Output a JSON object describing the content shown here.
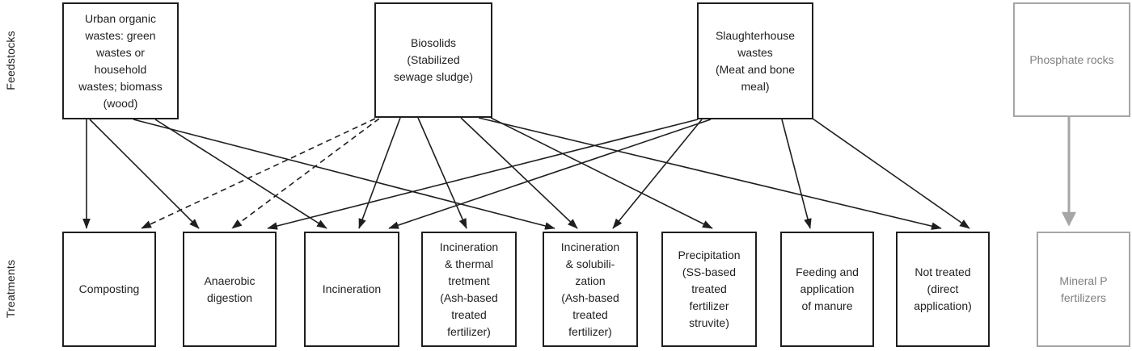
{
  "diagram": {
    "side_labels": {
      "feedstocks": "Feedstocks",
      "treatments": "Treatments"
    },
    "feedstocks": [
      {
        "id": "urban",
        "label": "Urban organic\nwastes: green\nwastes or\nhousehold\nwastes; biomass\n(wood)",
        "variant": "default"
      },
      {
        "id": "biosolids",
        "label": "Biosolids\n(Stabilized\nsewage sludge)",
        "variant": "default"
      },
      {
        "id": "slaughterhouse",
        "label": "Slaughterhouse\nwastes\n(Meat and bone\nmeal)",
        "variant": "default"
      },
      {
        "id": "phosphate",
        "label": "Phosphate rocks",
        "variant": "muted"
      }
    ],
    "treatments": [
      {
        "id": "composting",
        "label": "Composting",
        "variant": "default"
      },
      {
        "id": "anaerobic",
        "label": "Anaerobic\ndigestion",
        "variant": "default"
      },
      {
        "id": "incineration",
        "label": "Incineration",
        "variant": "default"
      },
      {
        "id": "inc-thermal",
        "label": "Incineration\n& thermal\ntretment\n(Ash-based\ntreated\nfertilizer)",
        "variant": "default"
      },
      {
        "id": "inc-solub",
        "label": "Incineration\n& solubili-\nzation\n(Ash-based\ntreated\nfertilizer)",
        "variant": "default"
      },
      {
        "id": "precipitation",
        "label": "Precipitation\n(SS-based\ntreated\nfertilizer\nstruvite)",
        "variant": "default"
      },
      {
        "id": "feeding",
        "label": "Feeding and\napplication\nof manure",
        "variant": "default"
      },
      {
        "id": "not-treated",
        "label": "Not treated\n(direct\napplication)",
        "variant": "default"
      },
      {
        "id": "mineral",
        "label": "Mineral P\nfertilizers",
        "variant": "muted"
      }
    ],
    "edges": [
      {
        "from": "urban",
        "to": "composting",
        "style": "solid"
      },
      {
        "from": "urban",
        "to": "anaerobic",
        "style": "solid"
      },
      {
        "from": "urban",
        "to": "incineration",
        "style": "solid"
      },
      {
        "from": "urban",
        "to": "inc-solub",
        "style": "solid"
      },
      {
        "from": "biosolids",
        "to": "composting",
        "style": "dashed"
      },
      {
        "from": "biosolids",
        "to": "anaerobic",
        "style": "dashed"
      },
      {
        "from": "biosolids",
        "to": "incineration",
        "style": "solid"
      },
      {
        "from": "biosolids",
        "to": "inc-thermal",
        "style": "solid"
      },
      {
        "from": "biosolids",
        "to": "inc-solub",
        "style": "solid"
      },
      {
        "from": "biosolids",
        "to": "precipitation",
        "style": "solid"
      },
      {
        "from": "biosolids",
        "to": "not-treated",
        "style": "solid"
      },
      {
        "from": "slaughterhouse",
        "to": "anaerobic",
        "style": "solid"
      },
      {
        "from": "slaughterhouse",
        "to": "incineration",
        "style": "solid"
      },
      {
        "from": "slaughterhouse",
        "to": "inc-solub",
        "style": "solid"
      },
      {
        "from": "slaughterhouse",
        "to": "feeding",
        "style": "solid"
      },
      {
        "from": "slaughterhouse",
        "to": "not-treated",
        "style": "solid"
      },
      {
        "from": "phosphate",
        "to": "mineral",
        "style": "muted"
      }
    ],
    "colors": {
      "ink": "#1f1f1f",
      "muted_border": "#a6a6a6",
      "muted_text": "#7f7f7f",
      "background": "#ffffff"
    }
  }
}
